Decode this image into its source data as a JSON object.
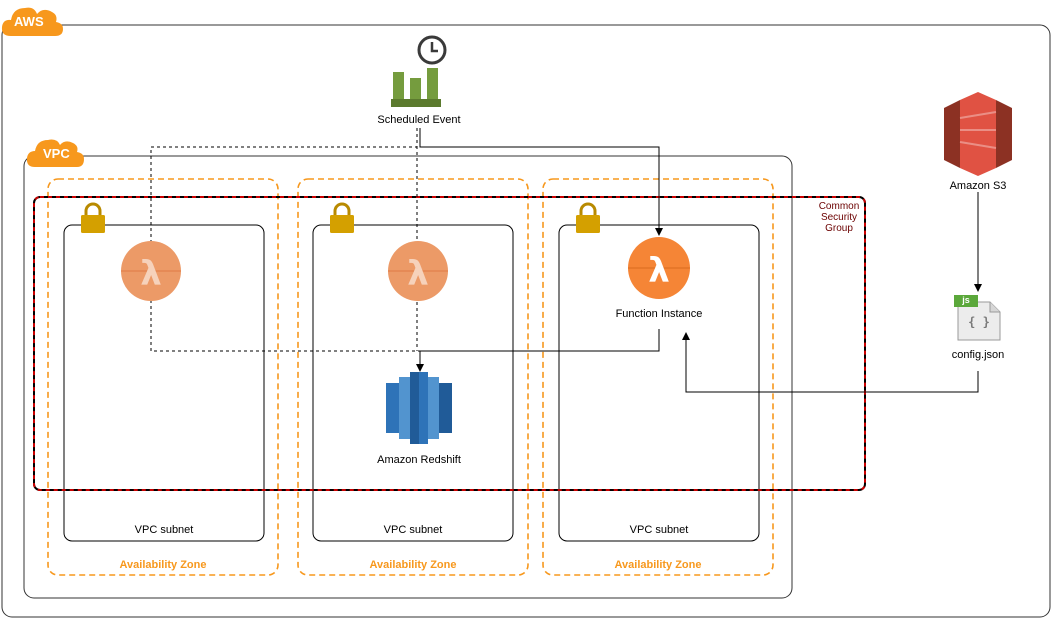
{
  "aws_cloud": {
    "label": "AWS"
  },
  "vpc": {
    "label": "VPC"
  },
  "security_group": {
    "label": "Common Security Group"
  },
  "availability_zones": [
    {
      "label": "Availability Zone",
      "subnet_label": "VPC subnet"
    },
    {
      "label": "Availability Zone",
      "subnet_label": "VPC subnet"
    },
    {
      "label": "Availability Zone",
      "subnet_label": "VPC subnet"
    }
  ],
  "nodes": {
    "scheduled_event": {
      "label": "Scheduled Event",
      "icon": "cloudwatch-scheduled-event-icon"
    },
    "function_instance": {
      "label": "Function Instance",
      "icon": "lambda-icon"
    },
    "redshift": {
      "label": "Amazon Redshift",
      "icon": "redshift-icon"
    },
    "s3": {
      "label": "Amazon S3",
      "icon": "s3-icon"
    },
    "config": {
      "label": "config.json",
      "icon": "json-file-icon",
      "badge": "js",
      "glyph": "{ }"
    }
  },
  "colors": {
    "aws_orange": "#f7981d",
    "lambda_orange": "#f58536",
    "lambda_faded": "#ec9a67",
    "lock_gold": "#d4a000",
    "cloudwatch_green": "#759c3e",
    "redshift_blue": "#2e73b8",
    "s3_red": "#e05243",
    "security_group_red": "#cc0000"
  }
}
